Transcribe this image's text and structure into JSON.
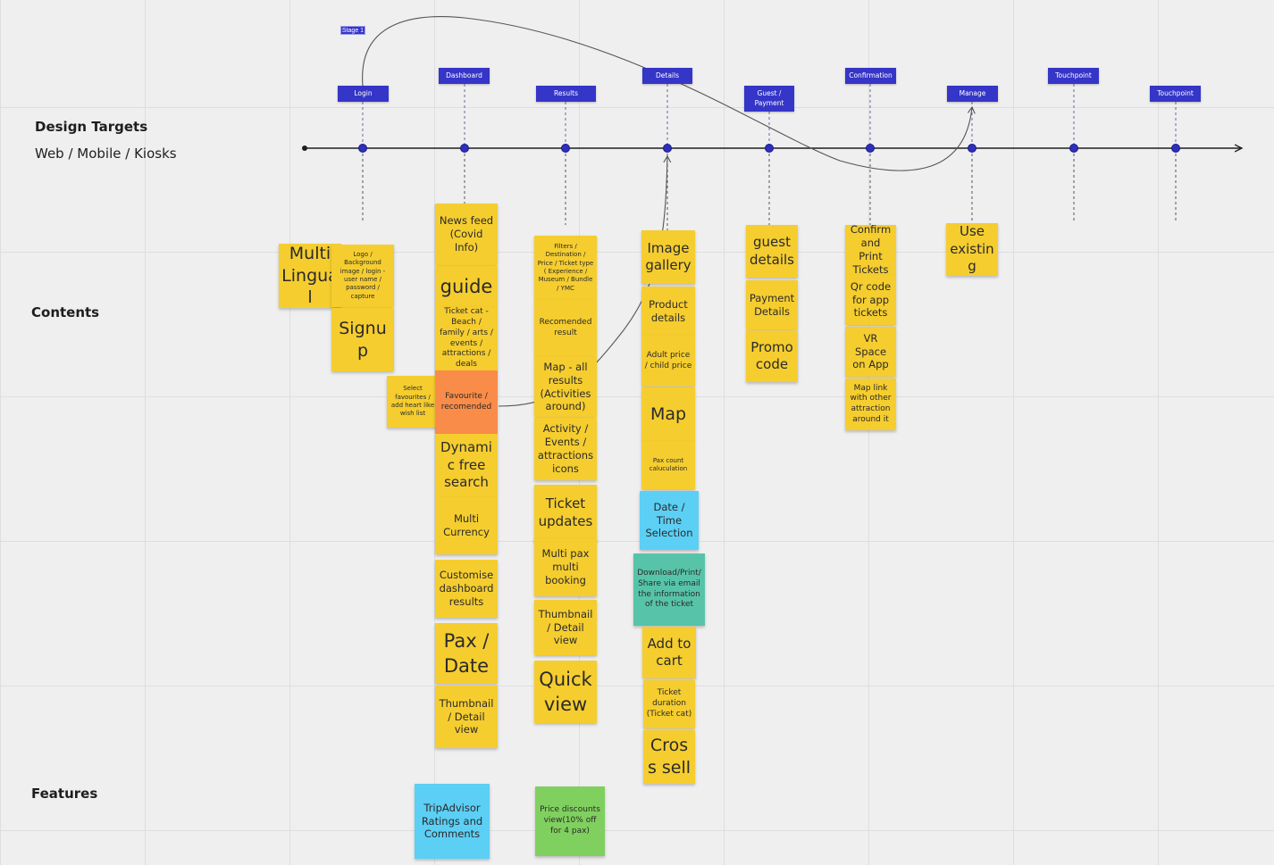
{
  "stage_small_tag": "Stage 1",
  "sections": {
    "design_targets": "Design Targets",
    "design_targets_sub": "Web / Mobile / Kiosks",
    "contents": "Contents",
    "features": "Features"
  },
  "stages": [
    {
      "label": "Login"
    },
    {
      "label": "Dashboard"
    },
    {
      "label": "Results"
    },
    {
      "label": "Details"
    },
    {
      "label": "Guest / Payment"
    },
    {
      "label": "Confirmation"
    },
    {
      "label": "Manage"
    },
    {
      "label": "Touchpoint"
    },
    {
      "label": "Touchpoint"
    }
  ],
  "notes": {
    "login": [
      "Multi Lingual",
      "Logo / Background image / login - user name / password / capture",
      "Signup"
    ],
    "dashboard": [
      "News feed (Covid Info)",
      "guide",
      "Ticket cat - Beach / family / arts / events / attractions / deals",
      "Select favourites / add heart like wish list",
      "Favourite / recomended",
      "Dynamic free search",
      "Multi Currency",
      "Customise dashboard results",
      "Pax / Date",
      "Thumbnail / Detail view"
    ],
    "results": [
      "Filters / Destination / Price / Ticket type ( Experience / Museum / Bundle / YMC",
      "Recomended result",
      "Map - all results (Activities around)",
      "Activity / Events / attractions icons",
      "Ticket updates",
      "Multi pax multi booking",
      "Thumbnail / Detail view",
      "Quick view"
    ],
    "details": [
      "Image gallery",
      "Product details",
      "Adult price / child price",
      "Map",
      "Pax count caluculation",
      "Date / Time Selection",
      "Download/Print/Share via email the information of the ticket",
      "Add to cart",
      "Ticket duration (Ticket cat)",
      "Cross sell"
    ],
    "guest": [
      "guest details",
      "Payment Details",
      "Promo code"
    ],
    "confirmation": [
      "Confirm and Print Tickets",
      "Qr code for app tickets",
      "VR Space on App",
      "Map link with other attraction around it"
    ],
    "manage": [
      "Use existing"
    ],
    "features": [
      "TripAdvisor Ratings and Comments",
      "Price discounts view(10% off for 4 pax)"
    ]
  },
  "colors": {
    "yellow": "#f5cd2f",
    "orange": "#f98c48",
    "blue": "#5ccff5",
    "teal": "#57c4aa",
    "green": "#80d05f",
    "stage_tag": "#3535c8"
  }
}
